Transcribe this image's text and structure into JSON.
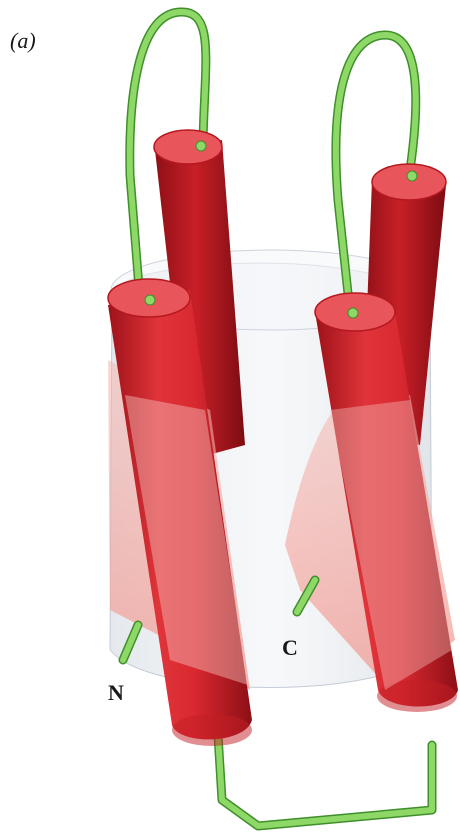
{
  "figure": {
    "panel_label": "(a)",
    "terminal_n": "N",
    "terminal_c": "C"
  },
  "colors": {
    "helix_red": "#d8282f",
    "helix_dark": "#a8141c",
    "helix_top": "#e8555a",
    "loop_green": "#8ed868",
    "loop_outline": "#3f8f2a",
    "cylinder_grey": "#dfe5ec",
    "wrap_pink": "#f2a6a0"
  },
  "icons": [
    "helix-cylinder",
    "loop-strand",
    "membrane-cylinder"
  ]
}
